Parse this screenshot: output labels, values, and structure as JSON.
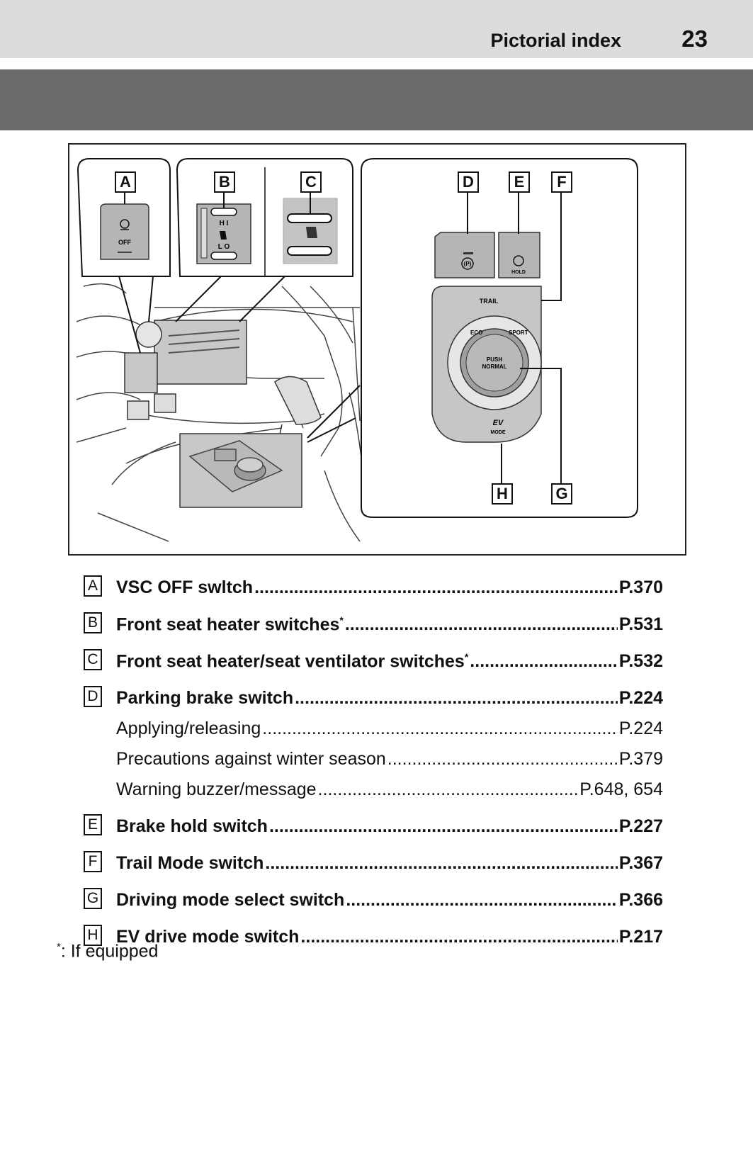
{
  "header": {
    "section_title": "Pictorial index",
    "page_number": "23"
  },
  "figure": {
    "callouts": [
      "A",
      "B",
      "C",
      "D",
      "E",
      "F",
      "G",
      "H"
    ],
    "switch_text": {
      "vsc_off": "OFF",
      "seat_hi": "H I",
      "seat_lo": "L O",
      "parking": "(P)",
      "hold": "HOLD",
      "trail": "TRAIL",
      "eco": "ECO",
      "sport": "SPORT",
      "push": "PUSH",
      "normal": "NORMAL",
      "ev": "EV",
      "mode": "MODE"
    }
  },
  "items": [
    {
      "key": "A",
      "label": "VSC OFF swltch",
      "asterisk": "",
      "page": "P.370",
      "sub": false
    },
    {
      "key": "B",
      "label": "Front seat heater switches",
      "asterisk": "*",
      "page": "P.531",
      "sub": false
    },
    {
      "key": "C",
      "label": "Front seat heater/seat ventilator switches",
      "asterisk": "*",
      "page": "P.532",
      "sub": false
    },
    {
      "key": "D",
      "label": "Parking brake switch",
      "asterisk": "",
      "page": "P.224",
      "sub": false
    },
    {
      "key": "",
      "label": "Applying/releasing",
      "asterisk": "",
      "page": "P.224",
      "sub": true
    },
    {
      "key": "",
      "label": "Precautions against winter season",
      "asterisk": "",
      "page": "P.379",
      "sub": true
    },
    {
      "key": "",
      "label": "Warning buzzer/message",
      "asterisk": "",
      "page": "P.648, 654",
      "sub": true
    },
    {
      "key": "E",
      "label": "Brake hold switch",
      "asterisk": "",
      "page": "P.227",
      "sub": false
    },
    {
      "key": "F",
      "label": "Trail Mode switch",
      "asterisk": "",
      "page": "P.367",
      "sub": false
    },
    {
      "key": "G",
      "label": "Driving mode select switch",
      "asterisk": "",
      "page": "P.366",
      "sub": false
    },
    {
      "key": "H",
      "label": "EV drive mode switch",
      "asterisk": "",
      "page": "P.217",
      "sub": false
    }
  ],
  "footnote": {
    "mark": "*",
    "text": ": If equipped"
  }
}
